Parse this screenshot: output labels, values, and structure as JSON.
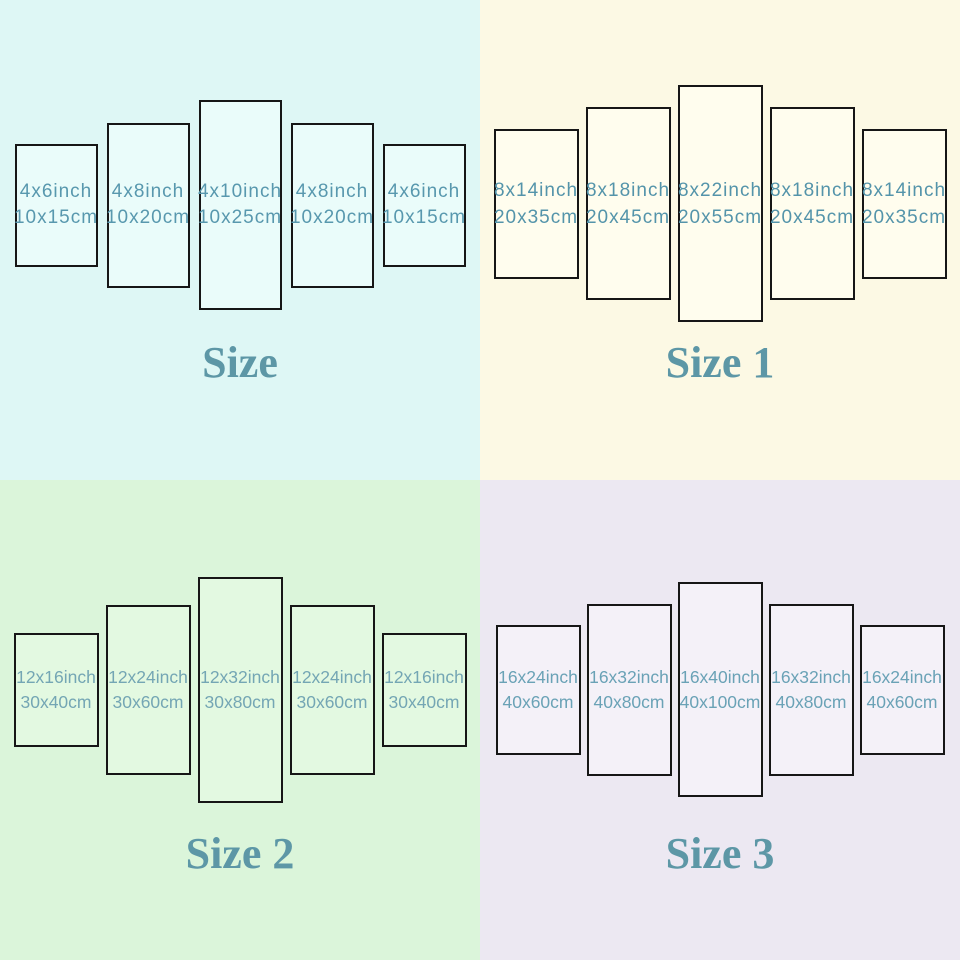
{
  "title": "5-panel canvas wall art size chart",
  "colors": {
    "panel_border": "#161616",
    "label_text": "#5d97a6"
  },
  "quadrants": [
    {
      "label": "Size",
      "colors": {
        "background": "#def7f5",
        "panel_fill": "#eafcfa",
        "text": "#5898ae"
      },
      "panels": [
        {
          "inch": "4x6inch",
          "cm": "10x15cm"
        },
        {
          "inch": "4x8inch",
          "cm": "10x20cm"
        },
        {
          "inch": "4x10inch",
          "cm": "10x25cm"
        },
        {
          "inch": "4x8inch",
          "cm": "10x20cm"
        },
        {
          "inch": "4x6inch",
          "cm": "10x15cm"
        }
      ]
    },
    {
      "label": "Size 1",
      "colors": {
        "background": "#fcf9e4",
        "panel_fill": "#fffdee",
        "text": "#5494aa"
      },
      "panels": [
        {
          "inch": "8x14inch",
          "cm": "20x35cm"
        },
        {
          "inch": "8x18inch",
          "cm": "20x45cm"
        },
        {
          "inch": "8x22inch",
          "cm": "20x55cm"
        },
        {
          "inch": "8x18inch",
          "cm": "20x45cm"
        },
        {
          "inch": "8x14inch",
          "cm": "20x35cm"
        }
      ]
    },
    {
      "label": "Size 2",
      "colors": {
        "background": "#dbf5da",
        "panel_fill": "#e3f9e1",
        "text": "#74a6b4"
      },
      "panels": [
        {
          "inch": "12x16inch",
          "cm": "30x40cm"
        },
        {
          "inch": "12x24inch",
          "cm": "30x60cm"
        },
        {
          "inch": "12x32inch",
          "cm": "30x80cm"
        },
        {
          "inch": "12x24inch",
          "cm": "30x60cm"
        },
        {
          "inch": "12x16inch",
          "cm": "30x40cm"
        }
      ]
    },
    {
      "label": "Size 3",
      "colors": {
        "background": "#ece8f2",
        "panel_fill": "#f4f1f8",
        "text": "#6aa2b6"
      },
      "panels": [
        {
          "inch": "16x24inch",
          "cm": "40x60cm"
        },
        {
          "inch": "16x32inch",
          "cm": "40x80cm"
        },
        {
          "inch": "16x40inch",
          "cm": "40x100cm"
        },
        {
          "inch": "16x32inch",
          "cm": "40x80cm"
        },
        {
          "inch": "16x24inch",
          "cm": "40x60cm"
        }
      ]
    }
  ]
}
